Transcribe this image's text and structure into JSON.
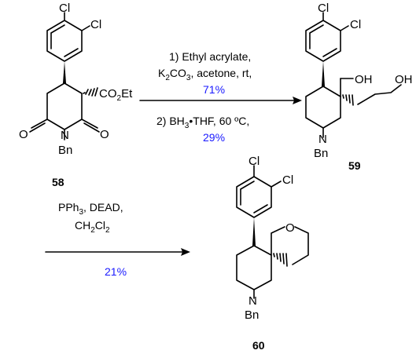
{
  "colors": {
    "ink": "#000000",
    "yield": "#1a1aff",
    "background": "#ffffff"
  },
  "compounds": {
    "c58": {
      "id": "58",
      "cl": "Cl",
      "o": "O",
      "n": "N",
      "bn": "Bn",
      "ester": "CO2Et"
    },
    "c59": {
      "id": "59",
      "cl": "Cl",
      "oh": "OH",
      "n": "N",
      "bn": "Bn"
    },
    "c60": {
      "id": "60",
      "cl": "Cl",
      "o": "O",
      "n": "N",
      "bn": "Bn"
    }
  },
  "step1": {
    "reagent": "1) Ethyl acrylate,",
    "conditions": "K2CO3, acetone, rt,",
    "yield": "71%"
  },
  "step2": {
    "conditions": "2) BH3•THF, 60 ºC,",
    "yield": "29%"
  },
  "step3": {
    "reagents": "PPh3, DEAD,",
    "solvent": "CH2Cl2",
    "yield": "21%"
  }
}
